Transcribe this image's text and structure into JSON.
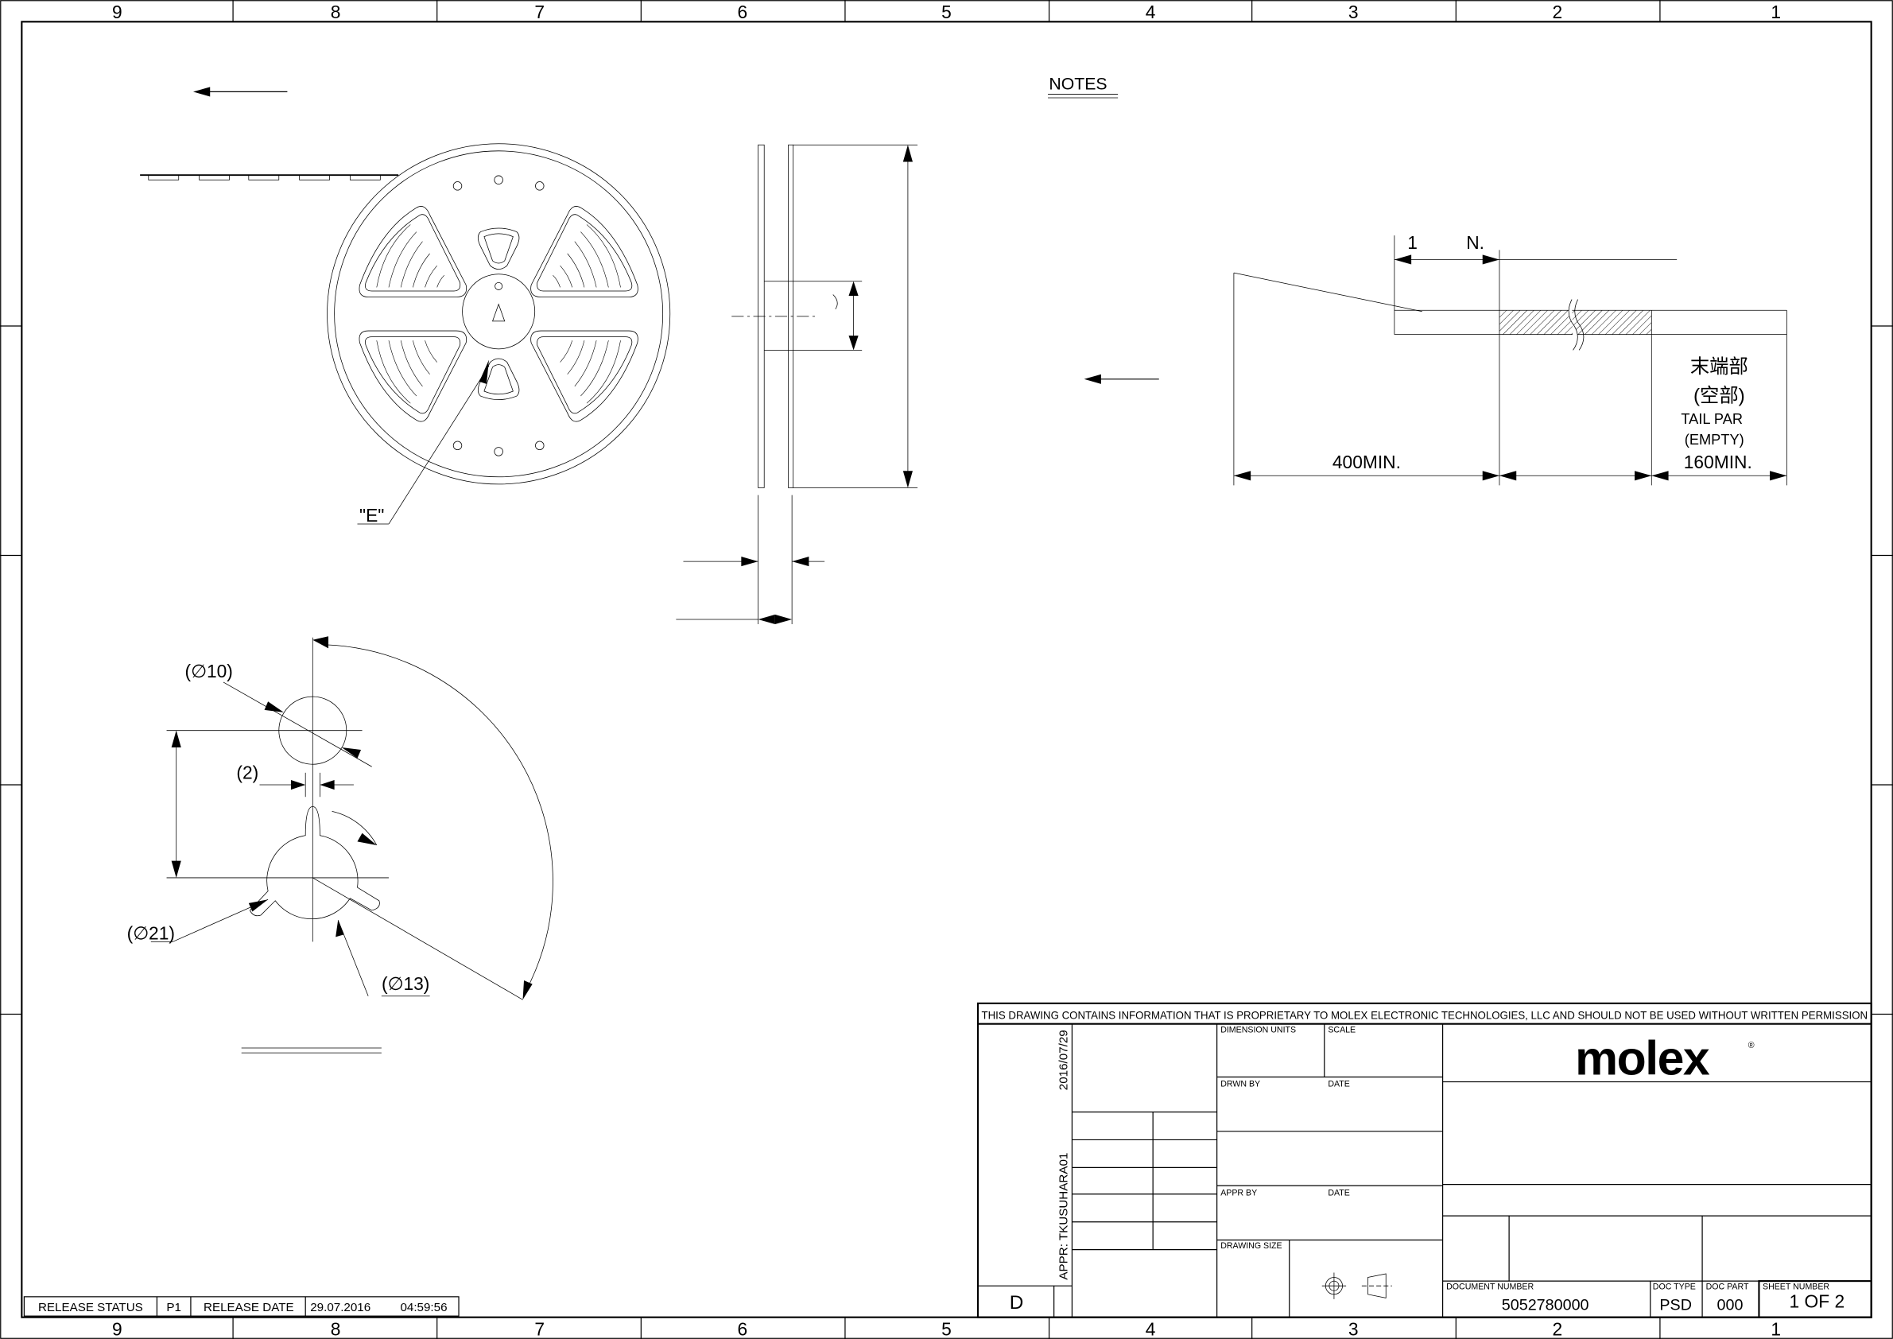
{
  "zones": {
    "columns": [
      "9",
      "8",
      "7",
      "6",
      "5",
      "4",
      "3",
      "2",
      "1"
    ]
  },
  "notes_title": "NOTES",
  "reel": {
    "label_e": "\"E\""
  },
  "tape_diagram": {
    "pitch_left": "1",
    "pitch_right": "N.",
    "leader_dim": "400MIN.",
    "tail_dim": "160MIN.",
    "tail_jp_1": "末端部",
    "tail_jp_2": "(空部)",
    "tail_en_1": "TAIL PAR",
    "tail_en_2": "(EMPTY)"
  },
  "hub_detail": {
    "dia_10": "(∅10)",
    "gap_2": "(2)",
    "dia_21": "(∅21)",
    "dia_13": "(∅13)"
  },
  "title_block": {
    "proprietary": "THIS DRAWING CONTAINS INFORMATION THAT IS PROPRIETARY TO MOLEX ELECTRONIC TECHNOLOGIES, LLC AND SHOULD NOT BE USED WITHOUT WRITTEN PERMISSION",
    "date_vertical": "2016/07/29",
    "appr_vertical": "APPR:  TKUSUHARA01",
    "revision": "D",
    "dimension_units": "DIMENSION UNITS",
    "scale": "SCALE",
    "drwn_by": "DRWN BY",
    "date1": "DATE",
    "appr_by": "APPR BY",
    "date2": "DATE",
    "drawing_size": "DRAWING SIZE",
    "logo": "molex",
    "document_number_label": "DOCUMENT NUMBER",
    "document_number": "5052780000",
    "doc_type_label": "DOC TYPE",
    "doc_type": "PSD",
    "doc_part_label": "DOC PART",
    "doc_part": "000",
    "sheet_number_label": "SHEET NUMBER",
    "sheet_number": "1 OF 2"
  },
  "release": {
    "status_label": "RELEASE STATUS",
    "status": "P1",
    "date_label": "RELEASE DATE",
    "date": "29.07.2016",
    "time": "04:59:56"
  }
}
